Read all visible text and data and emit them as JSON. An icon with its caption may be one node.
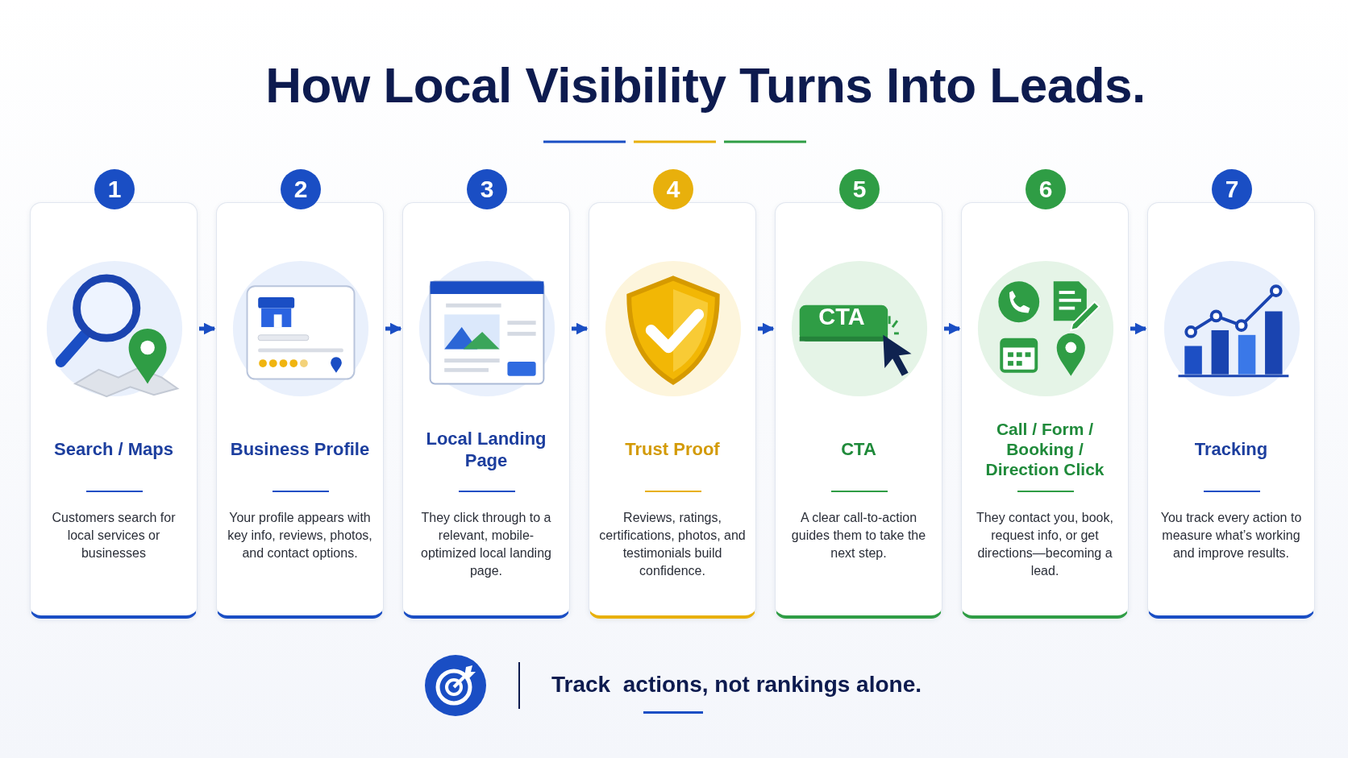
{
  "diagram": {
    "title": "How Local Visibility Turns Into Leads.",
    "nodes": [
      {
        "text": [
          "Search / Maps",
          "Customers search for local services or businesses"
        ],
        "beside": [
          "1"
        ]
      },
      {
        "text": [
          "Business Profile",
          "Your profile appears with key info, reviews, photos, and contact options."
        ],
        "beside": [
          "2"
        ]
      },
      {
        "text": [
          "Local Landing Page",
          "They click through to a relevant, mobile-optimized local landing page."
        ],
        "beside": [
          "3"
        ]
      },
      {
        "text": [
          "Trust Proof",
          "Reviews, ratings, certifications, photos, and testimonials build confidence."
        ],
        "beside": [
          "4"
        ]
      },
      {
        "text": [
          "CTA",
          "A clear call-to-action guides them to take the next step."
        ],
        "beside": [
          "5"
        ]
      },
      {
        "text": [
          "Call / Form / Booking / Direction Click",
          "They contact you, book, request info, or get directions—becoming a lead."
        ],
        "beside": [
          "6"
        ]
      },
      {
        "text": [
          "Tracking",
          "You track every action to measure what’s working and improve results."
        ],
        "beside": [
          "7"
        ]
      }
    ],
    "edges": [
      {
        "from": 0,
        "to": 1,
        "arrow": "to"
      },
      {
        "from": 1,
        "to": 2,
        "arrow": "to"
      },
      {
        "from": 2,
        "to": 3,
        "arrow": "to"
      },
      {
        "from": 3,
        "to": 4,
        "arrow": "to"
      },
      {
        "from": 4,
        "to": 5,
        "arrow": "to"
      },
      {
        "from": 5,
        "to": 6,
        "arrow": "to"
      }
    ],
    "labels": [
      "CTA",
      "Track  actions, not rankings alone."
    ]
  }
}
